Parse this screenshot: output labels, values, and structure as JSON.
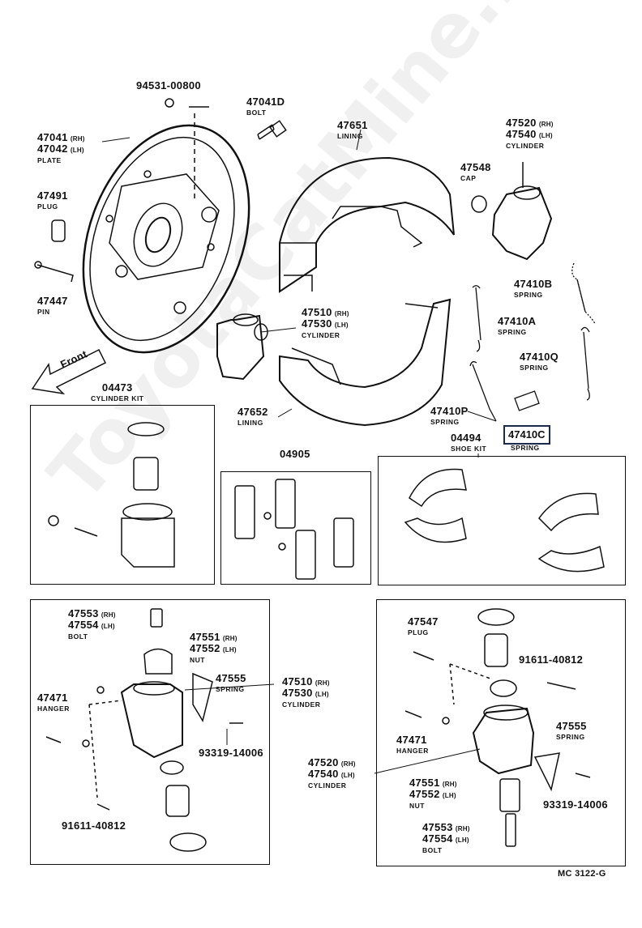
{
  "watermark": "ToyotaCatMine.ru",
  "front_label": "Front",
  "diagram_code": "MC 3122-G",
  "highlight": "47410C",
  "labels": {
    "p94531": "94531-00800",
    "p47041d": "47041D",
    "p47041d_d": "BOLT",
    "p47041": "47041",
    "p47041_s": "(RH)",
    "p47042": "47042",
    "p47042_s": "(LH)",
    "plate_d": "PLATE",
    "p47491": "47491",
    "p47491_d": "PLUG",
    "p47447": "47447",
    "p47447_d": "PIN",
    "p47651": "47651",
    "p47651_d": "LINING",
    "p47520t": "47520",
    "p47520t_s": "(RH)",
    "p47540t": "47540",
    "p47540t_s": "(LH)",
    "cyl_t_d": "CYLINDER",
    "p47548": "47548",
    "p47548_d": "CAP",
    "p47410b": "47410B",
    "p47410b_d": "SPRING",
    "p47410a": "47410A",
    "p47410a_d": "SPRING",
    "p47410q": "47410Q",
    "p47410q_d": "SPRING",
    "p47410p": "47410P",
    "p47410p_d": "SPRING",
    "p47410c_d": "SPRING",
    "p47510t": "47510",
    "p47510t_s": "(RH)",
    "p47530t": "47530",
    "p47530t_s": "(LH)",
    "cyl_m_d": "CYLINDER",
    "p47652": "47652",
    "p47652_d": "LINING",
    "p04473": "04473",
    "p04473_d": "CYLINDER KIT",
    "p04905": "04905",
    "p04494": "04494",
    "p04494_d": "SHOE KIT",
    "p47553l": "47553",
    "p47553l_s": "(RH)",
    "p47554l": "47554",
    "p47554l_s": "(LH)",
    "bolt_l_d": "BOLT",
    "p47551l": "47551",
    "p47551l_s": "(RH)",
    "p47552l": "47552",
    "p47552l_s": "(LH)",
    "nut_l_d": "NUT",
    "p47555l": "47555",
    "p47555l_d": "SPRING",
    "p47510b": "47510",
    "p47510b_s": "(RH)",
    "p47530b": "47530",
    "p47530b_s": "(LH)",
    "cyl_b_d": "CYLINDER",
    "p47471l": "47471",
    "p47471l_d": "HANGER",
    "p93319l": "93319-14006",
    "p91611l": "91611-40812",
    "p47547": "47547",
    "p47547_d": "PLUG",
    "p91611r": "91611-40812",
    "p47555r": "47555",
    "p47555r_d": "SPRING",
    "p47471r": "47471",
    "p47471r_d": "HANGER",
    "p47520b": "47520",
    "p47520b_s": "(RH)",
    "p47540b": "47540",
    "p47540b_s": "(LH)",
    "cyl_rb_d": "CYLINDER",
    "p47551r": "47551",
    "p47551r_s": "(RH)",
    "p47552r": "47552",
    "p47552r_s": "(LH)",
    "nut_r_d": "NUT",
    "p93319r": "93319-14006",
    "p47553r": "47553",
    "p47553r_s": "(RH)",
    "p47554r": "47554",
    "p47554r_s": "(LH)",
    "bolt_r_d": "BOLT"
  }
}
